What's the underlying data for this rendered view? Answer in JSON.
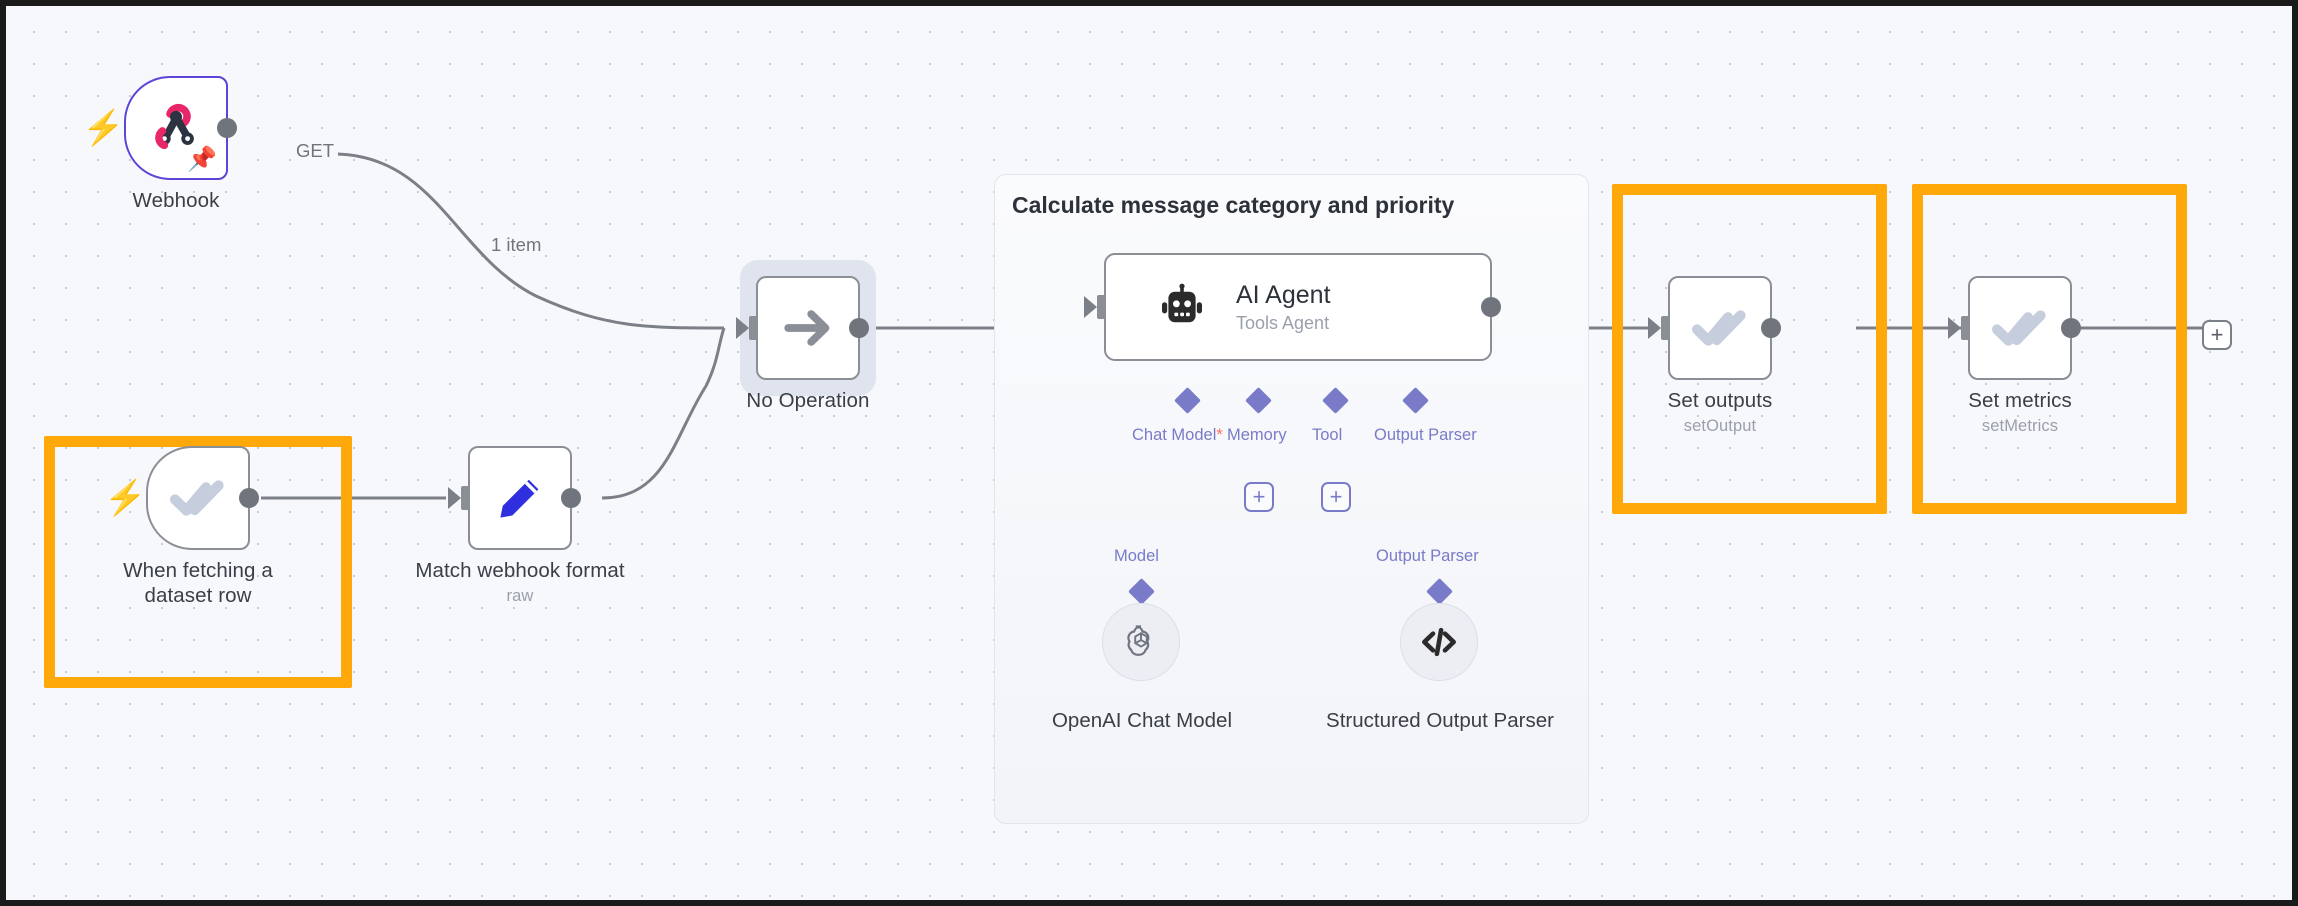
{
  "canvas": {
    "background": "#f7f8fb",
    "border_color": "#1a1a1a",
    "highlight_color": "#ffa80a",
    "accent_purple": "#5b44d6",
    "sub_connector_color": "#7a7bc8",
    "trigger_bolt_color": "#ff6d5a"
  },
  "nodes": [
    {
      "id": "webhook",
      "name": "Webhook",
      "subtitle": "",
      "icon": "webhook-icon",
      "type": "trigger",
      "selected_border": true,
      "pinned": true,
      "highlighted": false
    },
    {
      "id": "when-fetching-dataset-row",
      "name": "When fetching a dataset row",
      "subtitle": "",
      "icon": "double-check-icon",
      "type": "trigger",
      "selected_border": false,
      "pinned": false,
      "highlighted": true
    },
    {
      "id": "match-webhook-format",
      "name": "Match webhook format",
      "subtitle": "raw",
      "icon": "pencil-icon",
      "type": "regular",
      "selected_border": false,
      "pinned": false,
      "highlighted": false
    },
    {
      "id": "no-operation",
      "name": "No Operation",
      "subtitle": "",
      "icon": "arrow-right-icon",
      "type": "regular",
      "selected_border": false,
      "pinned": false,
      "highlighted": false,
      "selected": true
    },
    {
      "id": "set-outputs",
      "name": "Set outputs",
      "subtitle": "setOutput",
      "icon": "double-check-icon",
      "type": "regular",
      "selected_border": false,
      "pinned": false,
      "highlighted": true
    },
    {
      "id": "set-metrics",
      "name": "Set metrics",
      "subtitle": "setMetrics",
      "icon": "double-check-icon",
      "type": "regular",
      "selected_border": false,
      "pinned": false,
      "highlighted": true
    }
  ],
  "group": {
    "title": "Calculate message category and priority"
  },
  "agent": {
    "name": "AI Agent",
    "subtitle": "Tools Agent",
    "icon": "robot-icon",
    "connectors": [
      {
        "label": "Chat Model",
        "required": true,
        "has_plus": false
      },
      {
        "label": "Memory",
        "required": false,
        "has_plus": true
      },
      {
        "label": "Tool",
        "required": false,
        "has_plus": true
      },
      {
        "label": "Output Parser",
        "required": false,
        "has_plus": false
      }
    ]
  },
  "sub_nodes": [
    {
      "id": "openai-chat-model",
      "connector_label": "Model",
      "name": "OpenAI Chat Model",
      "icon": "openai-icon"
    },
    {
      "id": "structured-output-parser",
      "connector_label": "Output Parser",
      "name": "Structured Output Parser",
      "icon": "code-brackets-icon"
    }
  ],
  "edges": [
    {
      "id": "webhook-out",
      "label": "GET"
    },
    {
      "id": "webhook-to-noop",
      "label": "1 item"
    }
  ],
  "buttons": {
    "add_node_plus": "+",
    "memory_plus": "+",
    "tool_plus": "+",
    "end_plus": "+"
  }
}
